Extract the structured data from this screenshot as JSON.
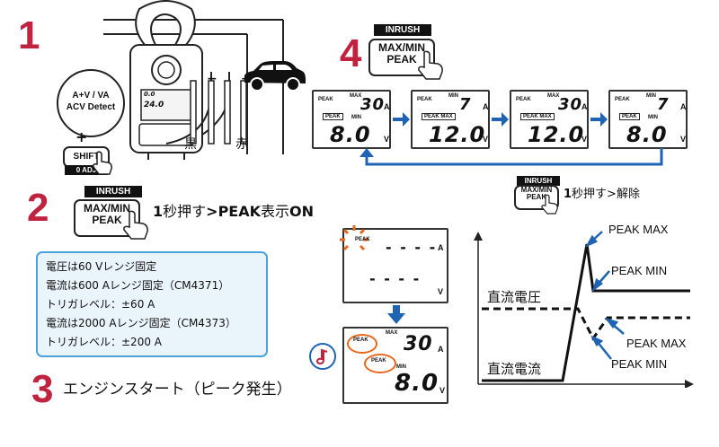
{
  "steps": {
    "step1": {
      "number": "1",
      "mode_button": {
        "line1": "A+V / VA",
        "line2": "ACV Detect"
      },
      "plus": "+",
      "shift_button": {
        "label": "SHIFT",
        "sub": "0 ADJ"
      },
      "lead_black": "黒",
      "lead_red": "赤",
      "minus": "−",
      "plus_terminal": "+"
    },
    "step2": {
      "number": "2",
      "button": {
        "tag": "INRUSH",
        "line1": "MAX/MIN",
        "line2": "PEAK"
      },
      "instruction": {
        "bold1": "1",
        "text1": "秒押す",
        "bold2": ">PEAK",
        "text2": "表示",
        "bold3": "ON"
      }
    },
    "step3": {
      "number": "3",
      "text": "エンジンスタート（ピーク発生）"
    },
    "step4": {
      "number": "4",
      "button": {
        "tag": "INRUSH",
        "line1": "MAX/MIN",
        "line2": "PEAK"
      },
      "release": {
        "bold": "1",
        "text": "秒押す>解除"
      }
    }
  },
  "info_box": {
    "lines": [
      "電圧は60 Vレンジ固定",
      "電流は600 Aレンジ固定（CM4371）",
      "トリガレベル：±60 A",
      "電流は2000 Aレンジ固定（CM4373）",
      "トリガレベル：±200 A"
    ]
  },
  "displays": {
    "sequence": [
      {
        "top_value": "30",
        "top_unit": "A",
        "bottom_value": "8.0",
        "bottom_unit": "V",
        "label_top": "PEAK",
        "label_max": "MAX",
        "label_box": "PEAK",
        "label_minmax": "MIN"
      },
      {
        "top_value": "7",
        "top_unit": "A",
        "bottom_value": "12.0",
        "bottom_unit": "V",
        "label_top": "PEAK",
        "label_max": "MIN",
        "label_box": "PEAK MAX",
        "label_minmax": ""
      },
      {
        "top_value": "30",
        "top_unit": "A",
        "bottom_value": "12.0",
        "bottom_unit": "V",
        "label_top": "PEAK",
        "label_max": "MAX",
        "label_box": "PEAK MAX",
        "label_minmax": ""
      },
      {
        "top_value": "7",
        "top_unit": "A",
        "bottom_value": "8.0",
        "bottom_unit": "V",
        "label_top": "PEAK",
        "label_max": "MIN",
        "label_box": "PEAK",
        "label_minmax": "MIN"
      }
    ],
    "step2_display": {
      "label_top": "PEAK",
      "dashes_top": "- - - -",
      "unit_top": "A",
      "dashes_bottom": "- - - -",
      "unit_bottom": "V"
    },
    "step3_display": {
      "label_peak": "PEAK",
      "label_peak2": "PEAK",
      "label_max": "MAX",
      "label_min": "MIN",
      "top_value": "30",
      "top_unit": "A",
      "bottom_value": "8.0",
      "bottom_unit": "V"
    },
    "meter_display": {
      "top_value": "0.0",
      "bottom_value": "24.0"
    }
  },
  "graph": {
    "label_dc_voltage": "直流電圧",
    "label_dc_current": "直流電流",
    "label_peak_max_top": "PEAK MAX",
    "label_peak_min_top": "PEAK MIN",
    "label_peak_max_bottom": "PEAK MAX",
    "label_peak_min_bottom": "PEAK MIN"
  },
  "colors": {
    "step_number": "#c0233f",
    "arrow_blue": "#1f64b4",
    "info_border": "#4aa3d8",
    "info_bg": "#eaf4fb",
    "flash_orange": "#e8671c"
  }
}
